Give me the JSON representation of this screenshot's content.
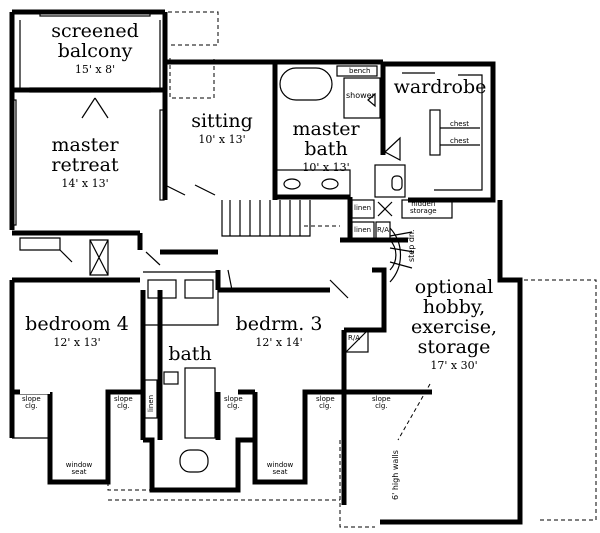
{
  "rooms": {
    "screened_balcony": {
      "name_1": "screened",
      "name_2": "balcony",
      "dims": "15' x 8'"
    },
    "master_retreat": {
      "name_1": "master",
      "name_2": "retreat",
      "dims": "14' x 13'"
    },
    "sitting": {
      "name": "sitting",
      "dims": "10' x 13'"
    },
    "master_bath": {
      "name_1": "master",
      "name_2": "bath",
      "dims": "10' x 13'"
    },
    "wardrobe": {
      "name": "wardrobe"
    },
    "bedroom_4": {
      "name": "bedroom 4",
      "dims": "12' x 13'"
    },
    "bedroom_3": {
      "name": "bedrm. 3",
      "dims": "12' x 14'"
    },
    "bath": {
      "name": "bath"
    },
    "optional": {
      "line_1": "optional",
      "line_2": "hobby,",
      "line_3": "exercise,",
      "line_4": "storage",
      "dims": "17' x 30'"
    }
  },
  "fixtures": {
    "bench": "bench",
    "shower": "shower",
    "chest_1": "chest",
    "chest_2": "chest",
    "linen_1": "linen",
    "linen_2": "linen",
    "linen_3": "linen",
    "hidden_storage_1": "hidden",
    "hidden_storage_2": "storage",
    "ra_1": "R/A",
    "ra_2": "R/A",
    "step_dn": "step dn.",
    "high_walls": "6' high walls",
    "window_seat_1a": "window",
    "window_seat_1b": "seat",
    "window_seat_2a": "window",
    "window_seat_2b": "seat",
    "slope_a": "slope",
    "slope_b": "clg."
  },
  "colors": {
    "wall": "#000000",
    "background": "#ffffff"
  }
}
